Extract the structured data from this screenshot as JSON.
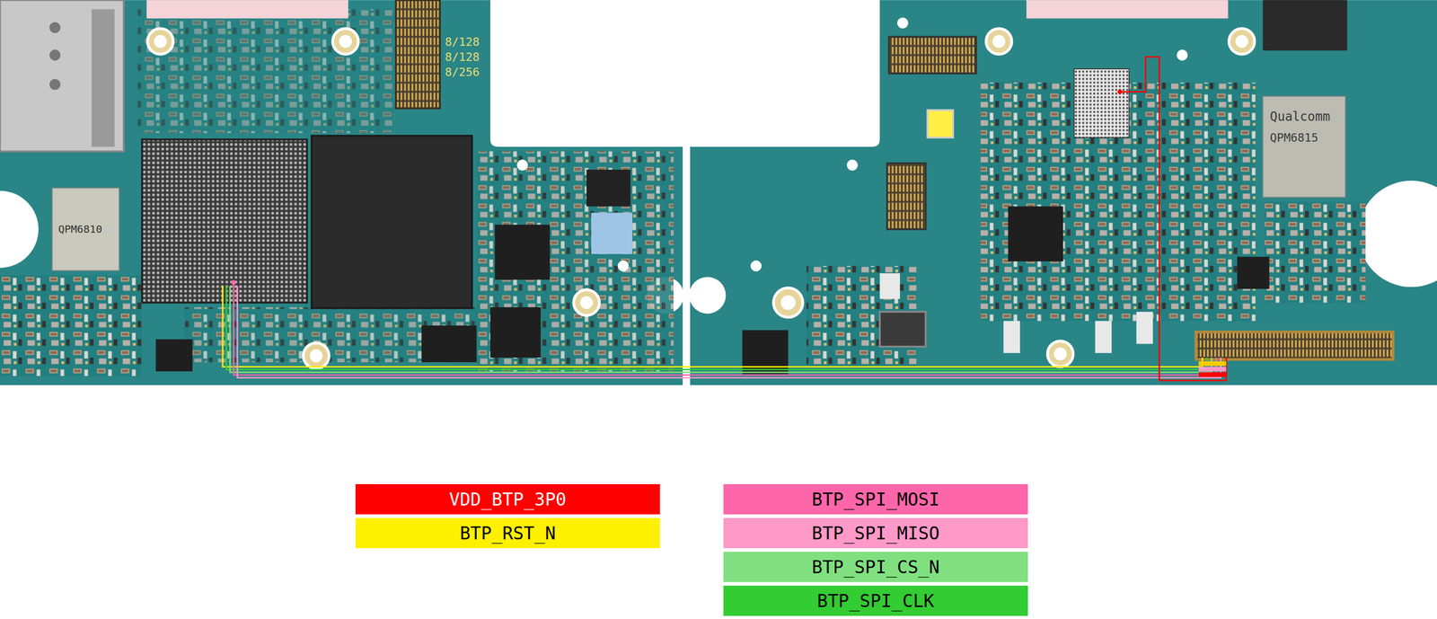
{
  "diagram": {
    "labels": [
      "8/128",
      "8/128",
      "8/256",
      "QPM6810",
      "Qualcomm",
      "QPM6815"
    ],
    "legend": [
      {
        "text": "VDD_BTP_3P0",
        "color": "#ff0000"
      },
      {
        "text": "BTP_RST_N",
        "color": "#fff000"
      },
      {
        "text": "BTP_SPI_MOSI",
        "color": "#ff66aa"
      },
      {
        "text": "BTP_SPI_MISO",
        "color": "#ff99c8"
      },
      {
        "text": "BTP_SPI_CS_N",
        "color": "#80e080"
      },
      {
        "text": "BTP_SPI_CLK",
        "color": "#33cc33"
      }
    ]
  }
}
